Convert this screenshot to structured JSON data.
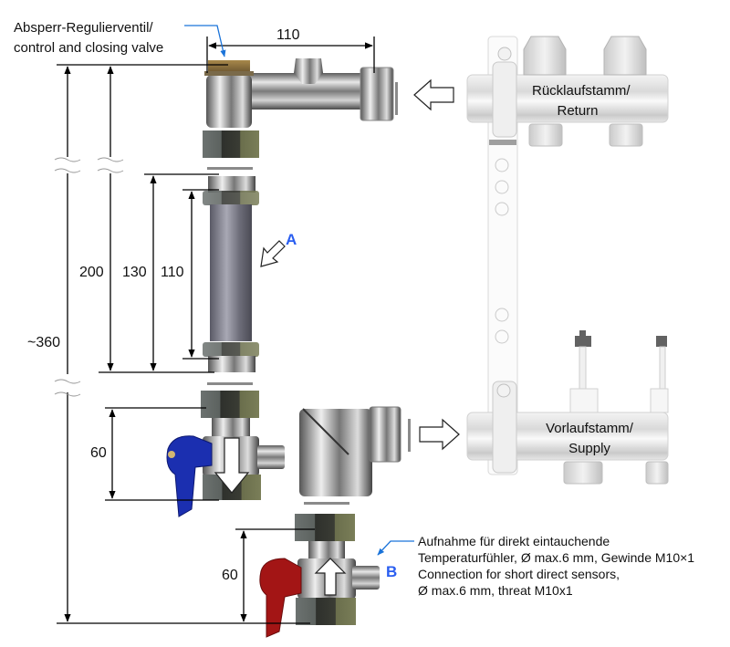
{
  "valve_label": {
    "line1": "Absperr-Regulierventil/",
    "line2": "control and closing valve"
  },
  "dimensions": {
    "width_top": "110",
    "total": "~360",
    "d200": "200",
    "d130": "130",
    "d110": "110",
    "ball_valve_upper": "60",
    "ball_valve_lower": "60"
  },
  "markers": {
    "a": "A",
    "b": "B"
  },
  "manifold": {
    "return_line1": "Rücklaufstamm/",
    "return_line2": "Return",
    "supply_line1": "Vorlaufstamm/",
    "supply_line2": "Supply"
  },
  "sensor_note": {
    "line1": "Aufnahme für direkt eintauchende",
    "line2": "Temperaturfühler, Ø max.6 mm, Gewinde M10×1",
    "line3": "Connection for short direct sensors,",
    "line4": "Ø max.6 mm, threat M10x1"
  },
  "colors": {
    "leader_blue": "#1a73d9",
    "marker_blue": "#2a5ef0",
    "handle_blue": "#1b2fb0",
    "handle_red": "#a31515"
  }
}
